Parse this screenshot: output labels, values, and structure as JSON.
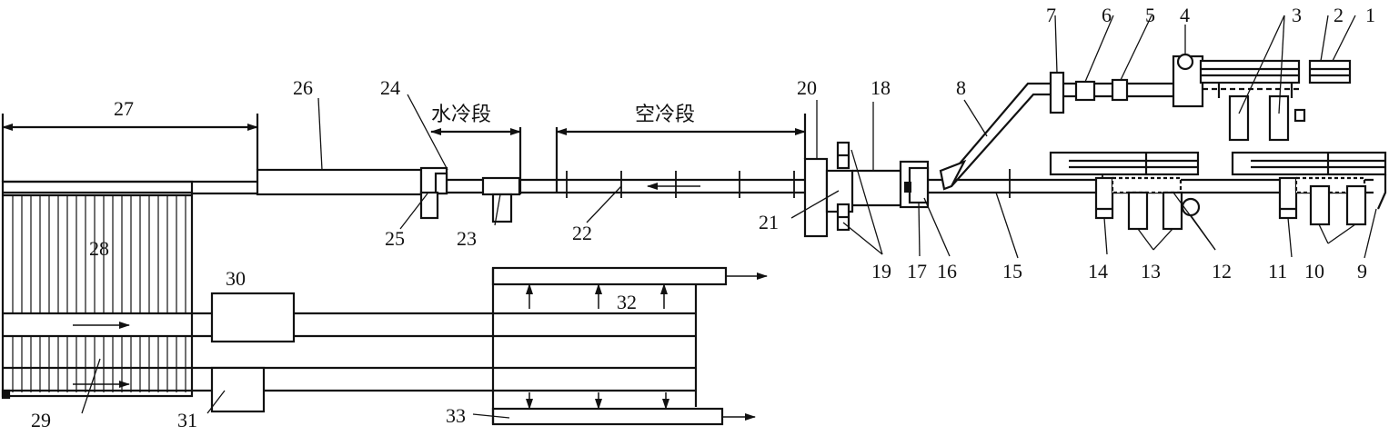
{
  "diagram": {
    "labels": {
      "n1": "1",
      "n2": "2",
      "n3": "3",
      "n4": "4",
      "n5": "5",
      "n6": "6",
      "n7": "7",
      "n8": "8",
      "n9": "9",
      "n10": "10",
      "n11": "11",
      "n12": "12",
      "n13": "13",
      "n14": "14",
      "n15": "15",
      "n16": "16",
      "n17": "17",
      "n18": "18",
      "n19": "19",
      "n20": "20",
      "n21": "21",
      "n22": "22",
      "n23": "23",
      "n24": "24",
      "n25": "25",
      "n26": "26",
      "n27": "27",
      "n28": "28",
      "n29": "29",
      "n30": "30",
      "n31": "31",
      "n32": "32",
      "n33": "33"
    },
    "sections": {
      "water_cooling": "水冷段",
      "air_cooling": "空冷段"
    }
  }
}
